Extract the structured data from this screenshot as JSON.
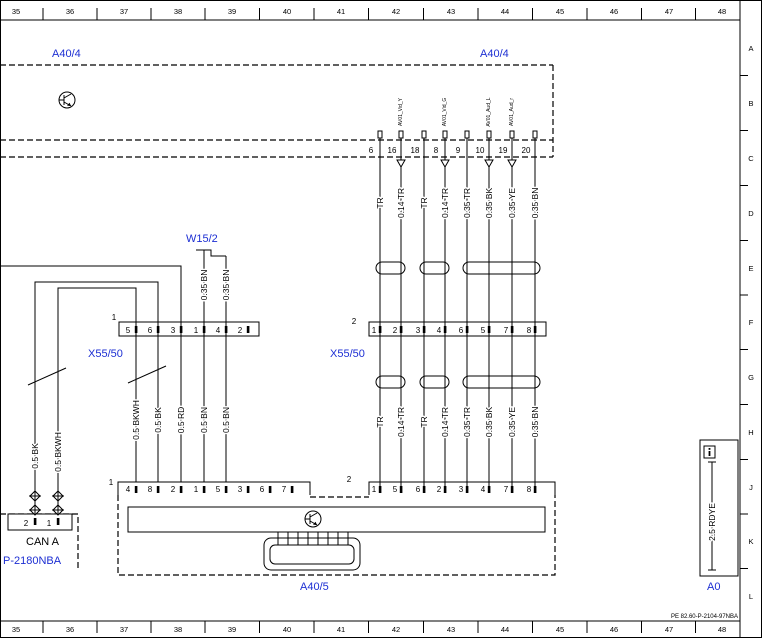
{
  "frame": {
    "columns": [
      "35",
      "36",
      "37",
      "38",
      "39",
      "40",
      "41",
      "42",
      "43",
      "44",
      "45",
      "46",
      "47",
      "48"
    ],
    "rows": [
      "A",
      "B",
      "C",
      "D",
      "E",
      "F",
      "G",
      "H",
      "J",
      "K",
      "L"
    ],
    "document_ref": "PE 82.60-P-2104-97NBA"
  },
  "colors": {
    "ink": "#000000",
    "component_label": "#1d2fd3",
    "paper": "#ffffff"
  },
  "a40_4": {
    "label_left": "A40/4",
    "label_right": "A40/4",
    "connector_pins": [
      "6",
      "16",
      "18",
      "8",
      "9",
      "10",
      "19",
      "20"
    ],
    "signal_names": [
      "AV01_Vid_Y",
      "AV01_Vid_G",
      "AV01_Aud_L",
      "AV01_Aud_r"
    ],
    "icon": "transistor-icon"
  },
  "right_harness": {
    "upper_wire_labels": [
      "TR",
      "0.14 TR",
      "TR",
      "0.14 TR",
      "0.35 TR",
      "0.35 BK",
      "0.35 YE",
      "0.35 BN"
    ],
    "lower_wire_labels": [
      "TR",
      "0.14 TR",
      "TR",
      "0.14 TR",
      "0.35 TR",
      "0.35 BK",
      "0.35 YE",
      "0.35 BN"
    ]
  },
  "x55_50_right": {
    "label": "X55/50",
    "number": "2",
    "pins": [
      "1",
      "2",
      "3",
      "4",
      "6",
      "5",
      "7",
      "8"
    ]
  },
  "x55_50_left": {
    "label": "X55/50",
    "number": "1",
    "pins": [
      "5",
      "6",
      "3",
      "1",
      "4",
      "2"
    ]
  },
  "w15_2": {
    "label": "W15/2",
    "wire_labels": [
      "0.35 BN",
      "0.35 BN"
    ]
  },
  "left_harness": {
    "lower_wire_labels": [
      "0.5 BKWH",
      "0.5 BK",
      "0.5 RD",
      "0.5 BN",
      "0.5 BN"
    ],
    "can_wire_labels": [
      "0.5 BK",
      "0.5 BKWH"
    ]
  },
  "can_a": {
    "label": "CAN A",
    "pins": [
      "2",
      "1"
    ],
    "reference": "P-2180NBA"
  },
  "a40_5": {
    "label": "A40/5",
    "connector_1": {
      "number": "1",
      "pins": [
        "4",
        "8",
        "2",
        "1",
        "5",
        "3",
        "6",
        "7"
      ]
    },
    "connector_2": {
      "number": "2",
      "pins": [
        "1",
        "5",
        "6",
        "2",
        "3",
        "4",
        "7",
        "8"
      ]
    },
    "icons": [
      "transistor-icon",
      "display-icon"
    ]
  },
  "a0": {
    "label": "A0",
    "wire_label": "2.5 RDYE",
    "icon": "info-icon"
  }
}
